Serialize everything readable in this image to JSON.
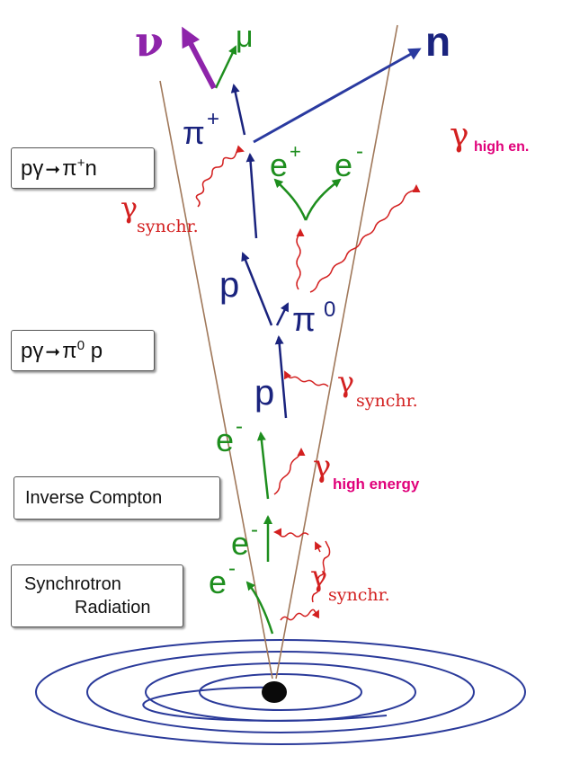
{
  "processes": {
    "pgamma_charged": {
      "p": "pγ",
      "pi": "π",
      "sup": "+",
      "tail": "n"
    },
    "pgamma_neutral": {
      "p": "pγ",
      "pi": "π",
      "sup": "0",
      "tail": " p"
    },
    "inverse_compton": "Inverse  Compton",
    "synchrotron": {
      "line1": "Synchrotron",
      "line2": "Radiation"
    }
  },
  "particles": {
    "nu": "ν",
    "mu": "μ",
    "n": "n",
    "pi_plus": {
      "base": "π",
      "sup": "+"
    },
    "pi_zero": {
      "base": "π",
      "sup": "0"
    },
    "positron": {
      "base": "e",
      "sup": "+"
    },
    "electron_top": {
      "base": "e",
      "sup": "-"
    },
    "proton_upper": "p",
    "proton_lower": "p",
    "electron_upper": {
      "base": "e",
      "sup": "-"
    },
    "electron_mid": {
      "base": "e",
      "sup": "-"
    },
    "electron_low": {
      "base": "e",
      "sup": "-"
    }
  },
  "photons": {
    "gamma": "γ",
    "synchr_sub": "synchr.",
    "high_en_sub": "high en.",
    "high_energy_sub": "high energy"
  },
  "colors": {
    "hadron_blue": "#1a237e",
    "lepton_green": "#1e8e1e",
    "photon_red": "#d32020",
    "highlight_magenta": "#e0007a",
    "neutrino_purple": "#8e24aa",
    "jet_cone": "#a0785a",
    "accretion_disk": "#2a3a9a"
  }
}
